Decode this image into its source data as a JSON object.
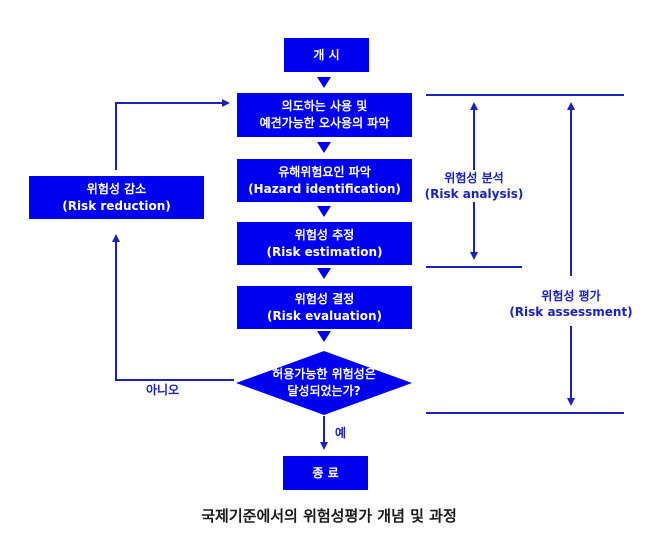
{
  "colors": {
    "box_fill": "#0000f0",
    "line": "#1a23b8",
    "text_on_box": "#ffffff",
    "caption": "#1a1a1a"
  },
  "boxes": {
    "start": {
      "label": "개 시"
    },
    "intended_use": {
      "line1": "의도하는 사용 및",
      "line2": "예견가능한 오사용의 파악"
    },
    "hazard_id": {
      "line1": "유해위험요인 파악",
      "line2": "(Hazard identification)"
    },
    "risk_estimation": {
      "line1": "위험성 추정",
      "line2": "(Risk estimation)"
    },
    "risk_evaluation": {
      "line1": "위험성 결정",
      "line2": "(Risk evaluation)"
    },
    "decision": {
      "line1": "허용가능한 위험성은",
      "line2": "달성되었는가?"
    },
    "end": {
      "label": "종 료"
    },
    "risk_reduction": {
      "line1": "위험성 감소",
      "line2": "(Risk reduction)"
    }
  },
  "labels": {
    "no": "아니오",
    "yes": "예",
    "risk_analysis": {
      "line1": "위험성 분석",
      "line2": "(Risk analysis)"
    },
    "risk_assessment": {
      "line1": "위험성 평가",
      "line2": "(Risk assessment)"
    }
  },
  "caption": "국제기준에서의 위험성평가 개념 및 과정"
}
